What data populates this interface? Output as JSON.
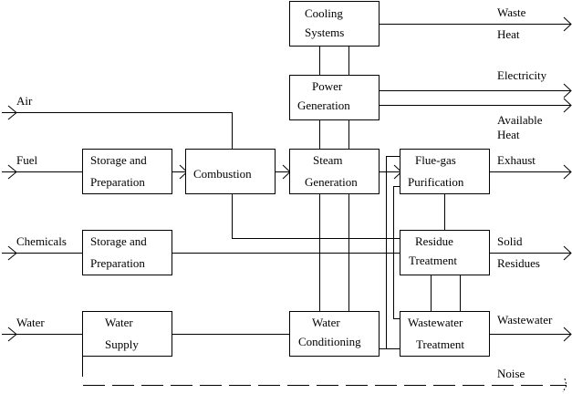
{
  "diagram": {
    "type": "process-flow",
    "inputs": {
      "air": "Air",
      "fuel": "Fuel",
      "chemicals": "Chemicals",
      "water": "Water"
    },
    "boxes": {
      "fuel_storage": [
        "Storage and",
        "Preparation"
      ],
      "combustion": [
        "Combustion"
      ],
      "chem_storage": [
        "Storage and",
        "Preparation"
      ],
      "water_supply": [
        "Water",
        "Supply"
      ],
      "cooling": [
        "Cooling",
        "Systems"
      ],
      "power": [
        "Power",
        "Generation"
      ],
      "steam": [
        "Steam",
        "Generation"
      ],
      "water_cond": [
        "Water",
        "Conditioning"
      ],
      "flue_gas": [
        "Flue-gas",
        "Purification"
      ],
      "residue": [
        "Residue",
        "Treatment"
      ],
      "wastewater": [
        "Wastewater",
        "Treatment"
      ]
    },
    "outputs": {
      "waste_heat": [
        "Waste",
        "Heat"
      ],
      "electricity": "Electricity",
      "available_heat": [
        "Available",
        "Heat"
      ],
      "exhaust": "Exhaust",
      "solid_residues": [
        "Solid",
        "Residues"
      ],
      "wastewater": "Wastewater",
      "noise": "Noise"
    }
  }
}
